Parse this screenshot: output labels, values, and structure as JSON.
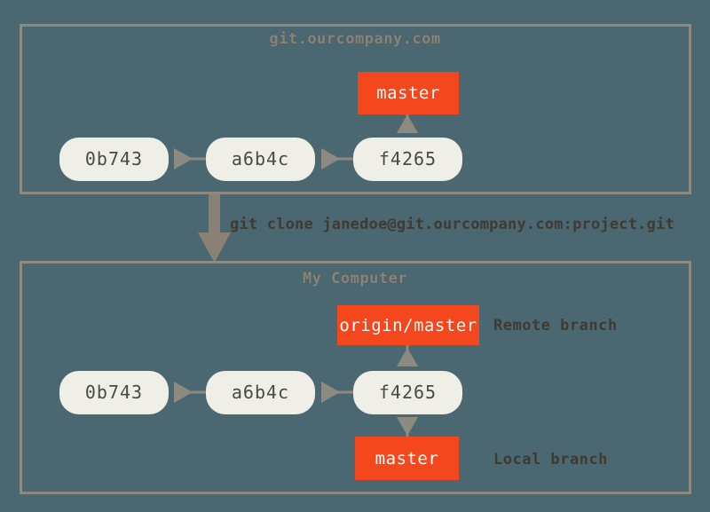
{
  "diagram": {
    "title": "git clone diagram",
    "background_color": "#4b6771",
    "panel_border_color": "#8d8b81",
    "commit_node_color": "#f0efe7",
    "commit_text_color": "#4a4a44",
    "branch_box_color": "#f4471e",
    "branch_text_color": "#ffffff",
    "arrow_color": "#8d8b81",
    "big_arrow_color": "#8a8174",
    "caption_color": "#8a8377",
    "annotation_color": "#413a32"
  },
  "remote_panel": {
    "caption": "git.ourcompany.com",
    "commits": [
      {
        "id": "0b743"
      },
      {
        "id": "a6b4c"
      },
      {
        "id": "f4265"
      }
    ],
    "branch": {
      "label": "master"
    }
  },
  "command": {
    "text": "git clone janedoe@git.ourcompany.com:project.git"
  },
  "local_panel": {
    "caption": "My Computer",
    "commits": [
      {
        "id": "0b743"
      },
      {
        "id": "a6b4c"
      },
      {
        "id": "f4265"
      }
    ],
    "remote_branch": {
      "label": "origin/master",
      "annotation": "Remote branch"
    },
    "local_branch": {
      "label": "master",
      "annotation": "Local branch"
    }
  }
}
